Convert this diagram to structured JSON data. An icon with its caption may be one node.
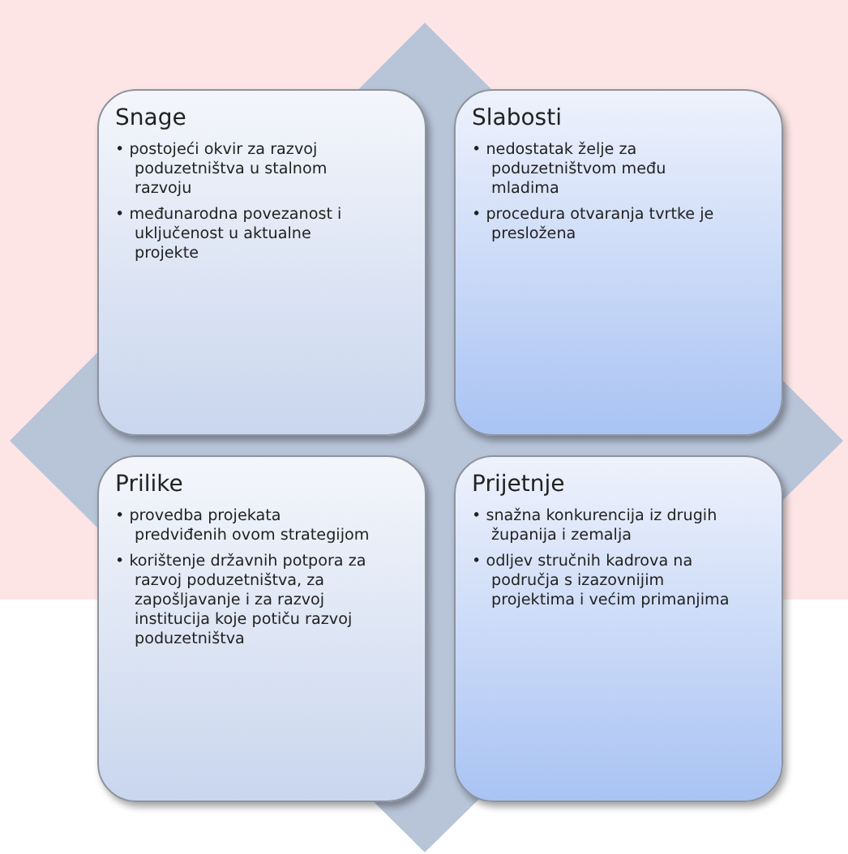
{
  "diagram": {
    "nodes": [
      {
        "text": [
          "Snage",
          "• postojeći okvir za razvoj poduzetništva u stalnom razvoju",
          "• međunarodna povezanost i uključenost u aktualne projekte"
        ]
      },
      {
        "text": [
          "Slabosti",
          "• nedostatak želje za poduzetništvom među mladima",
          "• procedura otvaranja tvrtke je presložena"
        ]
      },
      {
        "text": [
          "Prilike",
          "• provedba projekata predviđenih ovom strategijom",
          "• korištenje državnih potpora za razvoj poduzetništva, za zapošljavanje i za razvoj institucija koje potiču razvoj poduzetništva"
        ]
      },
      {
        "text": [
          "Prijetnje",
          "• snažna konkurencija iz drugih županija i zemalja",
          "• odljev stručnih kadrova na područja s izazovnijim projektima i većim primanjima"
        ]
      }
    ]
  }
}
